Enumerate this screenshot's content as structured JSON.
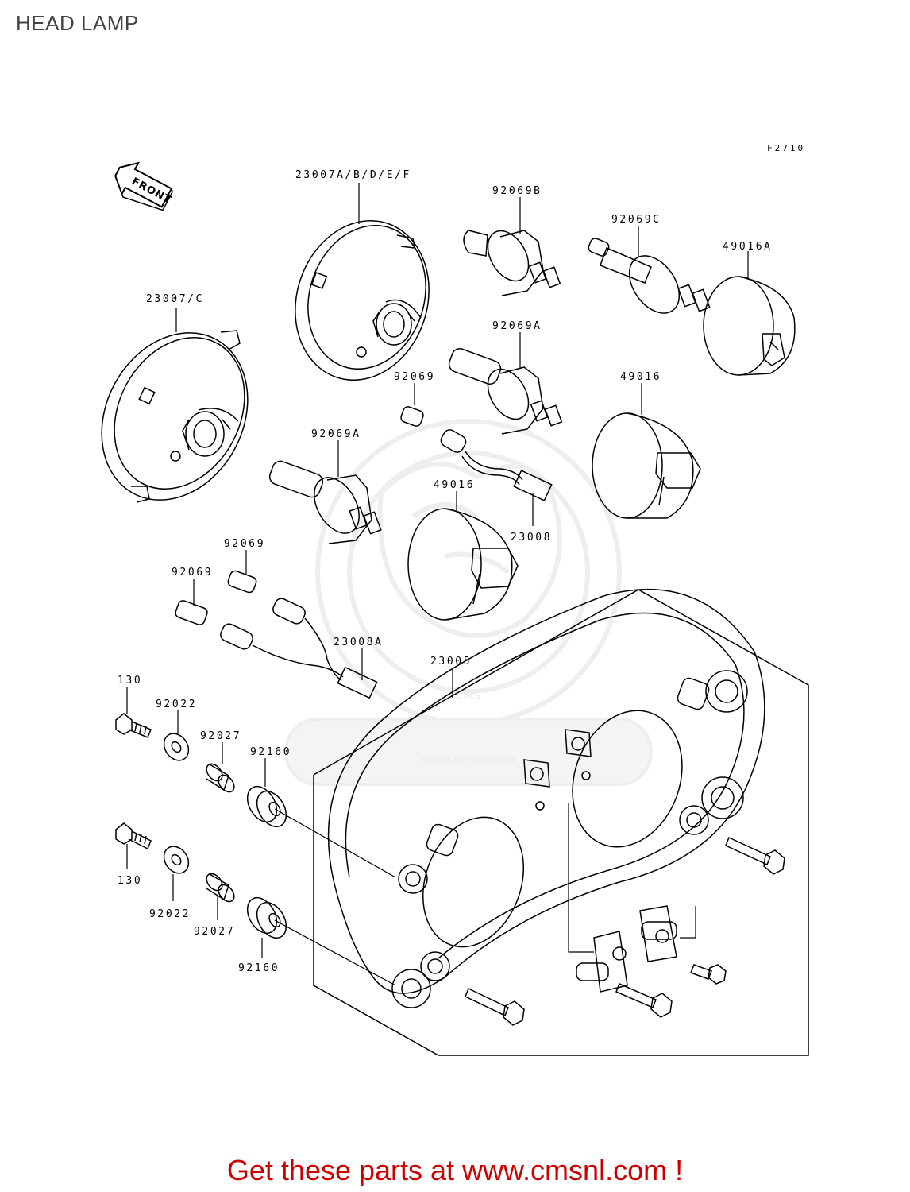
{
  "title": "HEAD LAMP",
  "figure_code": "F2710",
  "front_label": "FRONT",
  "footer": "Get these parts at www.cmsnl.com !",
  "watermark": {
    "logo_text": "CMS",
    "url": "www.cmsnl.com"
  },
  "callouts": [
    "23007A/B/D/E/F",
    "92069B",
    "92069C",
    "49016A",
    "23007/C",
    "92069A",
    "92069",
    "49016",
    "92069A",
    "49016",
    "23008",
    "92069",
    "92069",
    "23008A",
    "23005",
    "130",
    "92022",
    "92027",
    "92160",
    "130",
    "92022",
    "92027",
    "92160"
  ],
  "colors": {
    "line": "#000000",
    "footer_text": "#cc0000",
    "watermark": "#eeeeee"
  }
}
